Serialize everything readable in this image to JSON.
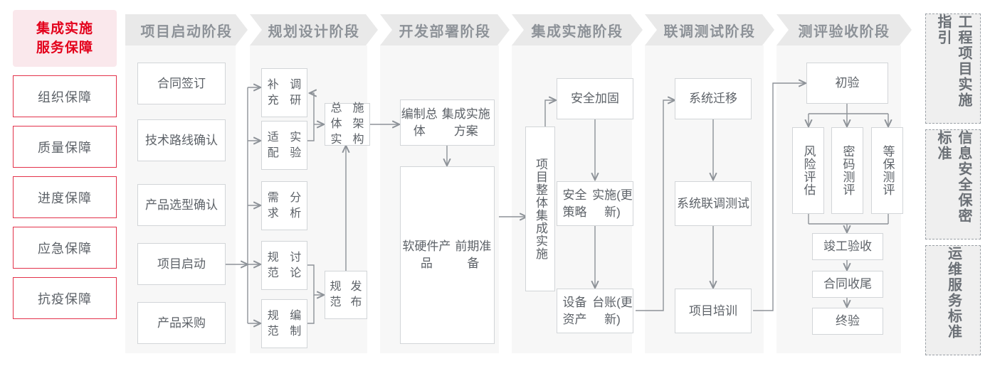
{
  "left_rail": {
    "title_line1": "集成实施",
    "title_line2": "服务保障",
    "items": [
      {
        "label": "组织保障"
      },
      {
        "label": "质量保障"
      },
      {
        "label": "进度保障"
      },
      {
        "label": "应急保障"
      },
      {
        "label": "抗疫保障"
      }
    ]
  },
  "phases": [
    {
      "header": "项目启动阶段"
    },
    {
      "header": "规划设计阶段"
    },
    {
      "header": "开发部署阶段"
    },
    {
      "header": "集成实施阶段"
    },
    {
      "header": "联调测试阶段"
    },
    {
      "header": "测评验收阶段"
    }
  ],
  "nodes": {
    "p1_1": "合同签订",
    "p1_2": "技术路线确认",
    "p1_3": "产品选型确认",
    "p1_4": "项目启动",
    "p1_5": "产品采购",
    "p2_1": "补充\n调研",
    "p2_2": "适配\n实验",
    "p2_3": "需求\n分析",
    "p2_4": "规范\n讨论",
    "p2_5": "规范\n编制",
    "p2_6": "总体实\n施架构",
    "p2_7": "规范\n发布",
    "p3_1": "编制总体\n集成实施方案",
    "p3_2": "软硬件产品\n前期准备",
    "p4_0": "项目整体集成实施",
    "p4_1": "安全加固",
    "p4_2": "安全策略\n实施(更新)",
    "p4_3": "设备资产\n台账(更新)",
    "p5_1": "系统迁移",
    "p5_2": "系统联调\n测试",
    "p5_3": "项目培训",
    "p6_1": "初验",
    "p6_2": "风险评估",
    "p6_3": "密码测评",
    "p6_4": "等保测评",
    "p6_5": "竣工验收",
    "p6_6": "合同收尾",
    "p6_7": "终验"
  },
  "right_rail": [
    {
      "label": "工程项目实施指引"
    },
    {
      "label": "信息安全保密标准"
    },
    {
      "label": "运维服务标准"
    }
  ],
  "colors": {
    "accent_red": "#e3001b",
    "rail_fill": "#fae8ec",
    "rail_border": "#e3324b",
    "panel_bg": "#f7f7f7",
    "header_bg": "#e9e9e9",
    "header_text": "#8d9298",
    "box_border": "#d2d5d8",
    "box_text": "#5d6268",
    "connector": "#8d9298",
    "std_bg": "#efefef",
    "std_border": "#9aa0a6"
  }
}
